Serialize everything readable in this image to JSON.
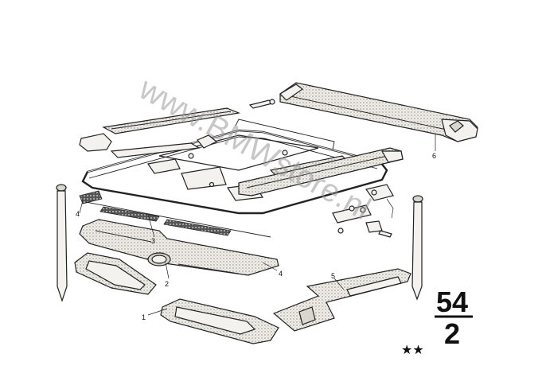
{
  "watermark": "www.BMWstore.nl",
  "group": {
    "main": "54",
    "sub": "2"
  },
  "stars": "★★",
  "callouts": {
    "c1": "1",
    "c2": "2",
    "c3": "3",
    "c4a": "4",
    "c4b": "4",
    "c5": "5",
    "c6": "6"
  }
}
